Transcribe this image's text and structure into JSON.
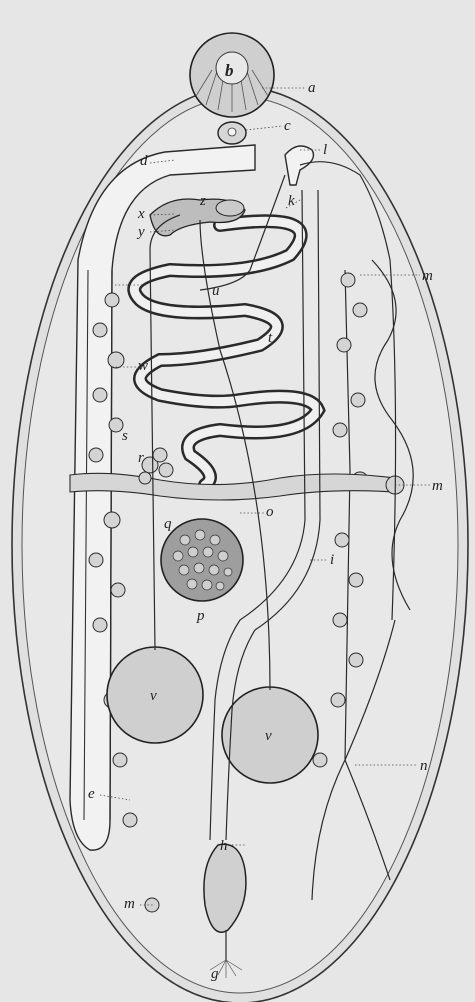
{
  "labels": {
    "a": "a",
    "b": "b",
    "c": "c",
    "d": "d",
    "e": "e",
    "g": "g",
    "h": "h",
    "i": "i",
    "k": "k",
    "l": "l",
    "m1": "m",
    "m2": "m",
    "m3": "m",
    "n": "n",
    "o": "o",
    "p": "p",
    "q": "q",
    "r": "r",
    "s": "s",
    "t": "t",
    "u": "u",
    "v1": "v",
    "v2": "v",
    "w": "w",
    "x": "x",
    "y": "y",
    "z": "z"
  }
}
